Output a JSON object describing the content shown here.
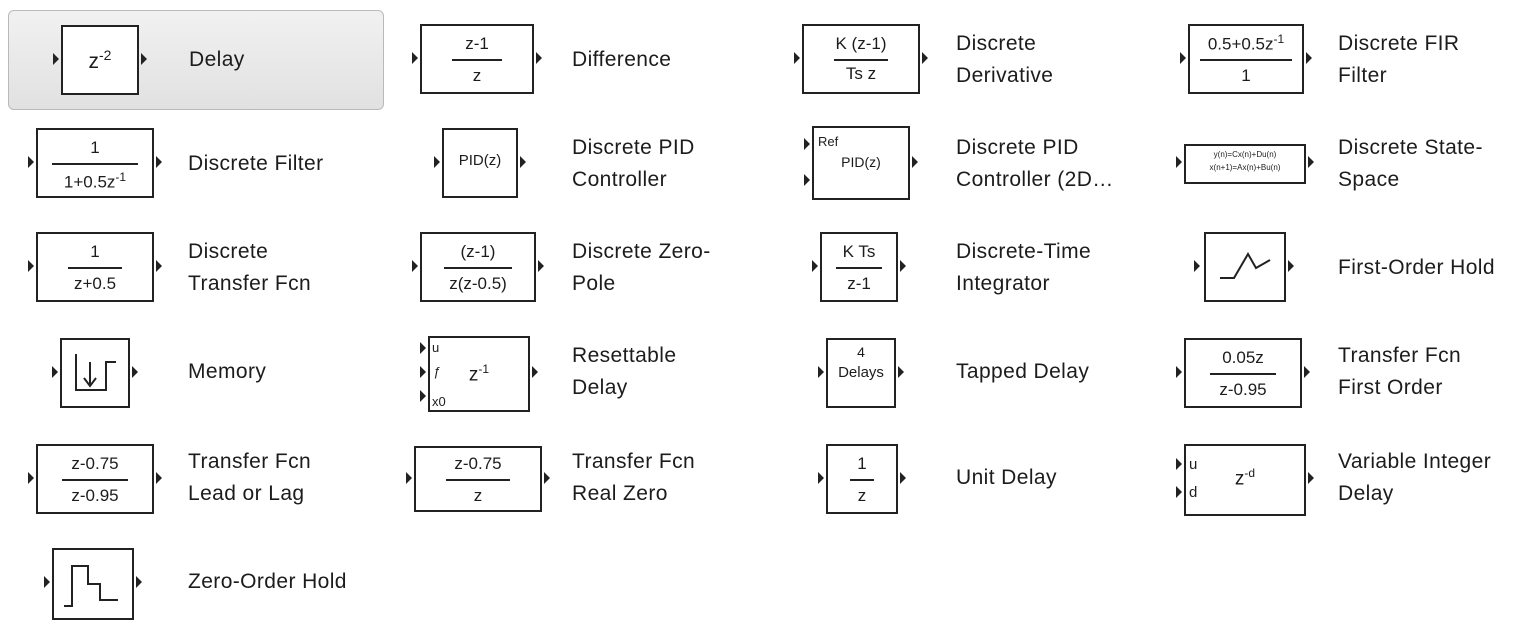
{
  "blocks": {
    "delay": {
      "label": "Delay",
      "expr_base": "z",
      "expr_exp": "-2"
    },
    "difference": {
      "label": "Difference",
      "num": "z-1",
      "den": "z"
    },
    "discrete_derivative": {
      "label": "Discrete\nDerivative",
      "num": "K (z-1)",
      "den": "Ts z"
    },
    "discrete_fir_filter": {
      "label": "Discrete FIR\nFilter",
      "num": "0.5+0.5z",
      "num_exp": "-1",
      "den": "1"
    },
    "discrete_filter": {
      "label": "Discrete Filter",
      "num": "1",
      "den": "1+0.5z",
      "den_exp": "-1"
    },
    "discrete_pid_controller": {
      "label": "Discrete PID\nController",
      "text": "PID(z)"
    },
    "discrete_pid_2dof": {
      "label": "Discrete PID\nController (2D…",
      "text": "PID(z)",
      "port": "Ref"
    },
    "discrete_state_space": {
      "label": "Discrete State-\nSpace",
      "line1": "y(n)=Cx(n)+Du(n)",
      "line2": "x(n+1)=Ax(n)+Bu(n)"
    },
    "discrete_transfer_fcn": {
      "label": "Discrete\nTransfer Fcn",
      "num": "1",
      "den": "z+0.5"
    },
    "discrete_zero_pole": {
      "label": "Discrete Zero-\nPole",
      "num": "(z-1)",
      "den": "z(z-0.5)"
    },
    "discrete_time_integrator": {
      "label": "Discrete-Time\nIntegrator",
      "num": "K Ts",
      "den": "z-1"
    },
    "first_order_hold": {
      "label": "First-Order Hold"
    },
    "memory": {
      "label": "Memory"
    },
    "resettable_delay": {
      "label": "Resettable\nDelay",
      "expr_base": "z",
      "expr_exp": "-1",
      "port_u": "u",
      "port_x0": "x0"
    },
    "tapped_delay": {
      "label": "Tapped Delay",
      "line1": "4",
      "line2": "Delays"
    },
    "transfer_fcn_first_order": {
      "label": "Transfer Fcn\nFirst Order",
      "num": "0.05z",
      "den": "z-0.95"
    },
    "transfer_fcn_lead_lag": {
      "label": "Transfer Fcn\nLead or Lag",
      "num": "z-0.75",
      "den": "z-0.95"
    },
    "transfer_fcn_real_zero": {
      "label": "Transfer Fcn\nReal Zero",
      "num": "z-0.75",
      "den": "z"
    },
    "unit_delay": {
      "label": "Unit Delay",
      "num": "1",
      "den": "z"
    },
    "variable_integer_delay": {
      "label": "Variable Integer\nDelay",
      "expr_base": "z",
      "expr_exp": "-d",
      "port_u": "u",
      "port_d": "d"
    },
    "zero_order_hold": {
      "label": "Zero-Order Hold"
    }
  }
}
